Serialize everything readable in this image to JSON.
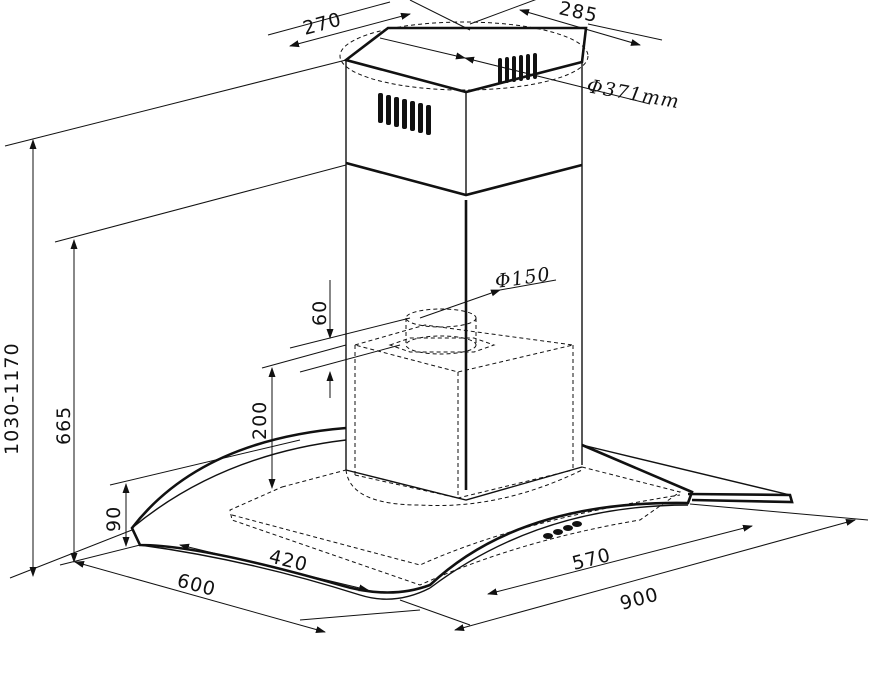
{
  "dimensions": {
    "top_width": "270",
    "top_depth": "285",
    "chimney_diameter": "Φ371mm",
    "outlet_diameter": "Φ150",
    "outlet_height": "60",
    "box_height": "200",
    "total_height": "1030-1170",
    "hood_height": "665",
    "front_height": "90",
    "inner_width": "420",
    "inner_depth": "570",
    "depth": "600",
    "width": "900"
  },
  "colors": {
    "line": "#111111",
    "background": "#ffffff"
  }
}
